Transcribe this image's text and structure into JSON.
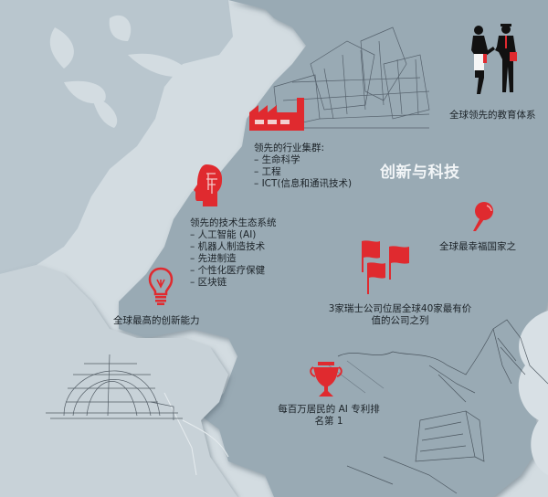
{
  "title": "创新与科技",
  "colors": {
    "accent_red": "#e02a2f",
    "land_dark": "#9aabb5",
    "land_light": "#c9d3d9",
    "water": "#d5dde2",
    "text": "#1c2328",
    "title_text": "#f2f5f7"
  },
  "items": [
    {
      "id": "industry",
      "icon": "factory-icon",
      "title": "领先的行业集群:",
      "list": [
        "– 生命科学",
        "– 工程",
        "– ICT(信息和通讯技术)"
      ]
    },
    {
      "id": "education",
      "icon": "handshake-people-icon",
      "text": "全球领先的教育体系"
    },
    {
      "id": "ecosystem",
      "icon": "head-circuit-icon",
      "title": "领先的技术生态系统",
      "list": [
        "– 人工智能 (AI)",
        "– 机器人制造技术",
        "– 先进制造",
        "– 个性化医疗保健",
        "– 区块链"
      ]
    },
    {
      "id": "happiness",
      "icon": "map-pin-icon",
      "text": "全球最幸福国家之"
    },
    {
      "id": "companies",
      "icon": "flags-icon",
      "text_lines": [
        "3家瑞士公司位居全球40家最有价",
        "值的公司之列"
      ]
    },
    {
      "id": "innovation",
      "icon": "lightbulb-icon",
      "text": "全球最高的创新能力"
    },
    {
      "id": "patents",
      "icon": "trophy-icon",
      "text_lines": [
        "每百万居民的 AI 专利排",
        "名第 1"
      ]
    }
  ]
}
